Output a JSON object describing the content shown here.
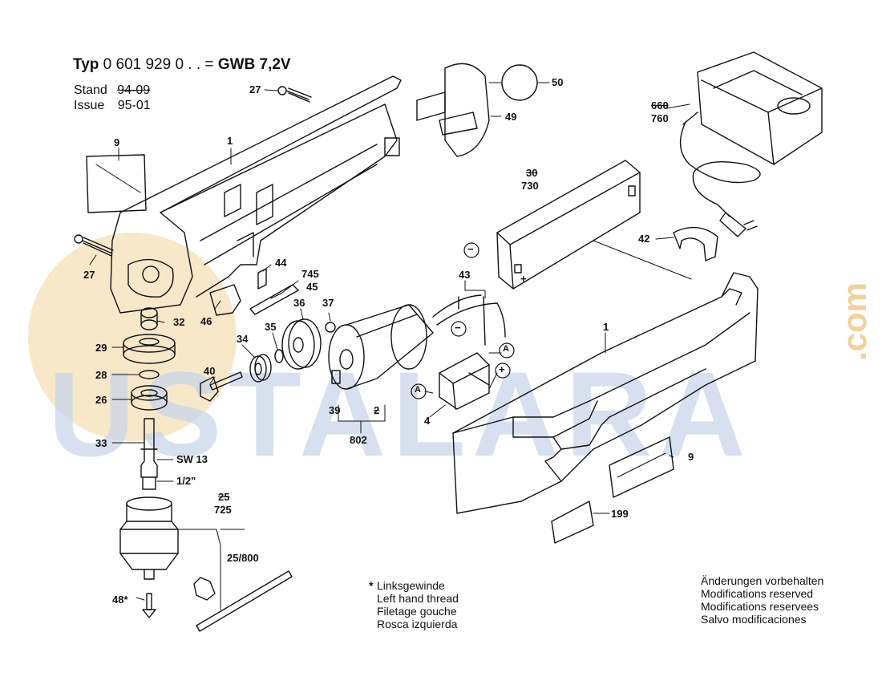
{
  "header": {
    "typ_word": "Typ",
    "model_number": "0 601 929 0 . . =",
    "model_name": "GWB 7,2V",
    "stand_label": "Stand",
    "stand_value": "94-09",
    "issue_label": "Issue",
    "issue_value": "95-01"
  },
  "watermark": {
    "text": "USTALARA",
    "suffix": ".com",
    "color": "#c9d6ea",
    "circle_color": "#f3d9a6"
  },
  "part_labels": {
    "p27_top": "27",
    "p9_top": "9",
    "p1_top": "1",
    "p27_left": "27",
    "p44": "44",
    "p745": "745",
    "p45": "45",
    "p46": "46",
    "p32": "32",
    "p29": "29",
    "p28": "28",
    "p26": "26",
    "p33": "33",
    "sw13": "SW 13",
    "half_inch": "1/2\"",
    "p25": "25",
    "p725": "725",
    "p25_800": "25/800",
    "p48": "48*",
    "p50": "50",
    "p49": "49",
    "p660": "660",
    "p760": "760",
    "p30": "30",
    "p730": "730",
    "p42": "42",
    "p43": "43",
    "p36": "36",
    "p37": "37",
    "p35": "35",
    "p34": "34",
    "p40": "40",
    "p39": "39",
    "p2": "2",
    "p802": "802",
    "p4": "4",
    "p1_right": "1",
    "p9_right": "9",
    "p199": "199",
    "minus_symbol": "−",
    "plus_symbol": "+",
    "a_symbol": "A"
  },
  "notes_left": {
    "asterisk": "*",
    "line1": "Linksgewinde",
    "line2": "Left hand thread",
    "line3": "Filetage gouche",
    "line4": "Rosca izquierda"
  },
  "notes_right": {
    "line1": "Änderungen vorbehalten",
    "line2": "Modifications reserved",
    "line3": "Modifications reservees",
    "line4": "Salvo modificaciones"
  },
  "colors": {
    "ink": "#111111",
    "paper": "#ffffff"
  }
}
